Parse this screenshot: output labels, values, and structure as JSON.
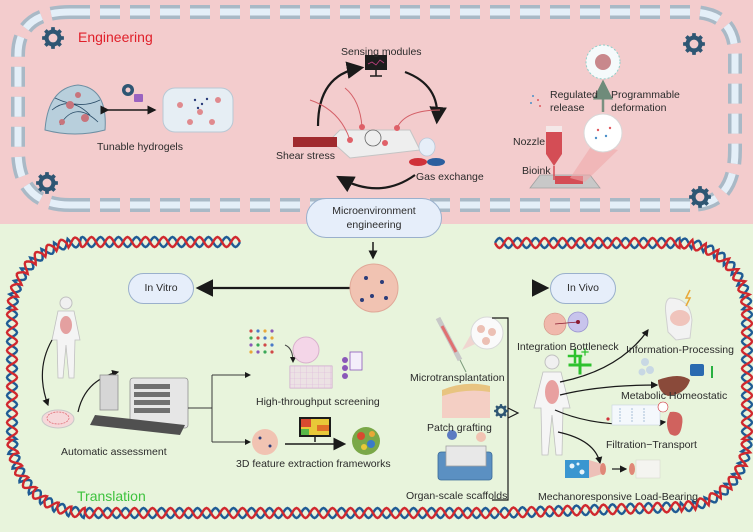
{
  "sections": {
    "engineering": {
      "title": "Engineering",
      "color": "#e0202a"
    },
    "translation": {
      "title": "Translation",
      "color": "#3ec23e"
    }
  },
  "engineering": {
    "hydrogels_label": "Tunable hydrogels",
    "sensing_label": "Sensing modules",
    "shear_label": "Shear stress",
    "gas_label": "Gas exchange",
    "regulated_label": "Regulated release",
    "programmable_label": "Programmable deformation",
    "nozzle_label": "Nozzle",
    "bioink_label": "Bioink"
  },
  "center": {
    "microenv_label": "Microenvironment engineering",
    "in_vitro_label": "In Vitro",
    "in_vivo_label": "In Vivo"
  },
  "in_vitro": {
    "automatic_label": "Automatic assessment",
    "hts_label": "High-throughput screening",
    "feature_label": "3D feature extraction frameworks"
  },
  "in_vivo": {
    "micro_label": "Microtransplantation",
    "patch_label": "Patch grafting",
    "organ_label": "Organ-scale scaffolds",
    "integration_label": "Integration Bottleneck",
    "info_label": "Information-Processing",
    "metabolic_label": "Metabolic Homeostatic",
    "filtration_label": "Filtration−Transport",
    "mechano_label": "Mechanoresponsive Load-Bearing"
  },
  "colors": {
    "top_bg": "#f3cccd",
    "bottom_bg": "#e8f4dc",
    "gear": "#2e5673",
    "dna_red": "#d0282e",
    "dna_blue": "#1f5b94",
    "pill_bg": "#e6eefa"
  }
}
